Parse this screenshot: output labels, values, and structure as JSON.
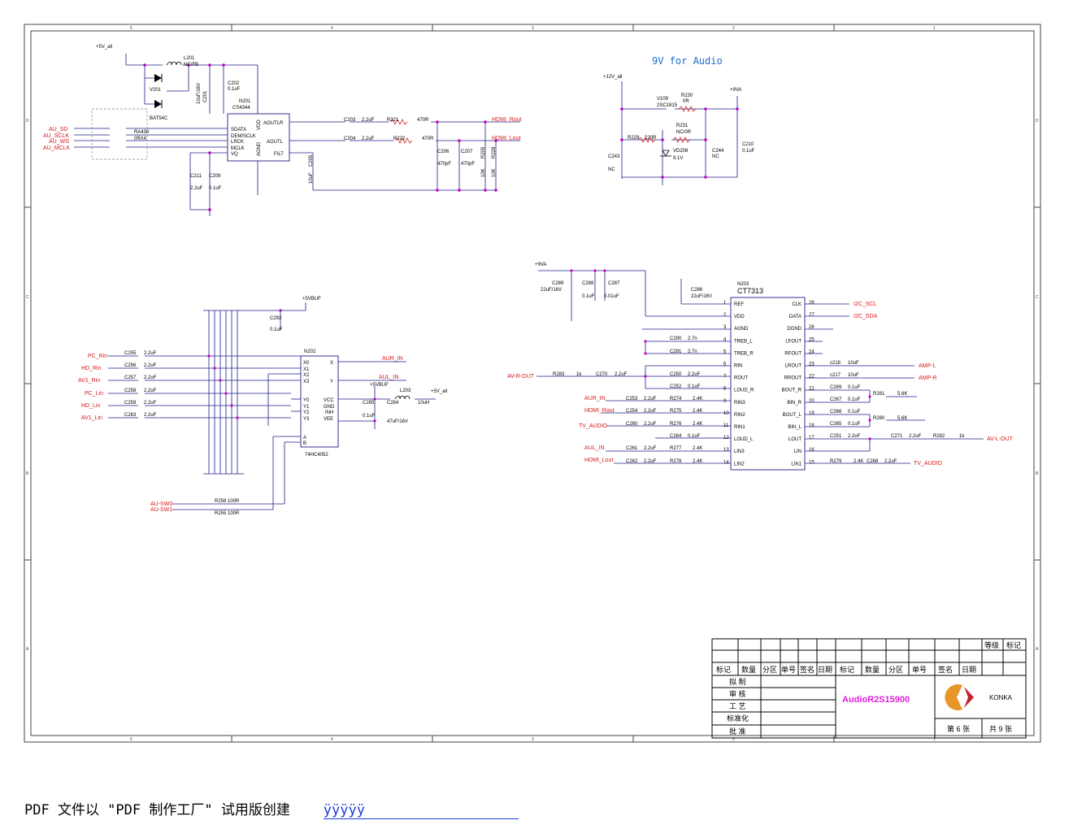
{
  "sheet": {
    "grid_cols": [
      "5",
      "4",
      "3",
      "2",
      "1"
    ],
    "grid_rows": [
      "D",
      "C",
      "B",
      "A"
    ]
  },
  "block_9v": {
    "title": "9V for Audio",
    "rail_in": "+12V_all",
    "rail_out": "+9VA",
    "parts": [
      "V109",
      "2SC1815",
      "R230",
      "0R",
      "R231",
      "NC/0R",
      "R229",
      "220R",
      "VD208",
      "9.1V",
      "C243",
      "NC",
      "C244",
      "NC",
      "C210",
      "0.1uF"
    ]
  },
  "block_dac": {
    "rail": "+5V_all",
    "inductor": "L201",
    "inductor_val": "NC/FB",
    "diode": "V201",
    "diode_part": "BAT54C",
    "chip": "N201",
    "chip_part": "CS4344",
    "chip_pins_left": [
      "SDATA",
      "DEM/SCLK",
      "LRCK",
      "MCLK",
      "VQ"
    ],
    "chip_pins_right": [
      "AOUTLR",
      "AOUTL",
      "FILT"
    ],
    "chip_pins_vert": [
      "VDD",
      "AGND"
    ],
    "inputs": [
      "AU_SD",
      "AU_SCLK",
      "AU_WS",
      "AU_MCLK"
    ],
    "rarray": "RA430",
    "rarray_val": "0RX4",
    "outputs": [
      "HDMI_Rout",
      "HDMI_Lout"
    ],
    "parts": [
      "C201",
      "10uF/16V",
      "C202",
      "0.1uF",
      "C203",
      "2.2uF",
      "C204",
      "2.2uF",
      "R221",
      "470R",
      "R222",
      "470R",
      "C205",
      "10uF",
      "C206",
      "470pF",
      "C207",
      "470pF",
      "R205",
      "10K",
      "R228",
      "10K",
      "C211",
      "2.2uF",
      "C209",
      "0.1uF"
    ]
  },
  "block_mux": {
    "rail": "+5VBUF",
    "chip": "N202",
    "chip_part": "74HC4052",
    "chip_pins_left": [
      "X0",
      "X1",
      "X2",
      "X3",
      "Y0",
      "Y1",
      "Y2",
      "Y3",
      "A",
      "B"
    ],
    "chip_pins_right": [
      "X",
      "Y",
      "VCC",
      "GND",
      "INH",
      "VEE"
    ],
    "inputs": [
      "PC_Rin",
      "HD_Rin",
      "AV1_Rin",
      "PC_Lin",
      "HD_Lin",
      "AV1_Lin"
    ],
    "caps": [
      "C255",
      "C256",
      "C257",
      "C258",
      "C259",
      "C263"
    ],
    "cap_val": "2.2uF",
    "outputs": [
      "AUR_IN",
      "AUL_IN"
    ],
    "switches": [
      "AU-SW0",
      "AU-SW1"
    ],
    "resistors": [
      "R258  100R",
      "R255   100R"
    ],
    "parts": [
      "C292",
      "0.1uF",
      "L203",
      "10uH",
      "C285",
      "0.1uF",
      "C284",
      "47uF/16V",
      "+5VBUF",
      "+5V_all"
    ]
  },
  "block_proc": {
    "rail": "+9VA",
    "chip": "N203",
    "chip_part": "CT7313",
    "pins_left": [
      "REF",
      "VDD",
      "AGND",
      "TREB_L",
      "TREB_R",
      "RIN",
      "ROUT",
      "LOUD_R",
      "RIN3",
      "RIN2",
      "RIN1",
      "LOUD_L",
      "LIN3",
      "LIN2"
    ],
    "pins_left_num": [
      "1",
      "2",
      "3",
      "4",
      "5",
      "6",
      "7",
      "8",
      "9",
      "10",
      "11",
      "12",
      "13",
      "14"
    ],
    "pins_right": [
      "CLK",
      "DATA",
      "DGND",
      "LFOUT",
      "RFOUT",
      "LROUT",
      "RROUT",
      "BOUT_R",
      "BIN_R",
      "BOUT_L",
      "BIN_L",
      "LOUT",
      "LIN",
      "LIN1"
    ],
    "pins_right_num": [
      "28",
      "27",
      "26",
      "25",
      "24",
      "23",
      "22",
      "21",
      "20",
      "19",
      "18",
      "17",
      "16",
      "15"
    ],
    "nets_right": [
      "I2C_SCL",
      "I2C_SDA",
      "AMP-L",
      "AMP-R",
      "AV-L-OUT",
      "TV_AUDIO"
    ],
    "nets_left": [
      "AV-R-OUT",
      "AUR_IN",
      "HDMI_Rout",
      "TV_AUDIO",
      "AUL_IN",
      "HDMI_Lout"
    ],
    "parts": [
      "C289",
      "22uF/16V",
      "C288",
      "0.1uF",
      "C287",
      "0.01uF",
      "C286",
      "22uF/16V",
      "C290",
      "2.7n",
      "C291",
      "2.7n",
      "R283",
      "1k",
      "C270",
      "2.2uF",
      "C250",
      "2.2uF",
      "C252",
      "0.1uF",
      "C253",
      "2.2uF",
      "C254",
      "2.2uF",
      "C260",
      "2.2uF",
      "C264",
      "0.1uF",
      "C261",
      "2.2uF",
      "C262",
      "2.2uF",
      "R274",
      "2.4K",
      "R275",
      "2.4K",
      "R276",
      "2.4K",
      "R277",
      "2.4K",
      "R278",
      "2.4K",
      "c218",
      "10uF",
      "c217",
      "10uF",
      "C269",
      "0.1uF",
      "C267",
      "0.1uF",
      "C266",
      "0.1uF",
      "C265",
      "0.1uF",
      "R281",
      "5.6K",
      "R280",
      "5.6K",
      "C251",
      "2.2uF",
      "C271",
      "2.2uF",
      "R282",
      "1k",
      "R279",
      "2.4K",
      "C268",
      "2.2uF"
    ]
  },
  "titleblock": {
    "hdr_grade": "等级",
    "hdr_mark": "标记",
    "row_labels": [
      "标记",
      "数量",
      "分区",
      "单号",
      "签名",
      "日期",
      "标记",
      "数量",
      "分区",
      "单号",
      "签名",
      "日期"
    ],
    "roles": [
      "拟  制",
      "审  核",
      "工  艺",
      "标准化",
      "批  准"
    ],
    "doc_name": "AudioR2S15900",
    "brand": "KONKA",
    "sheet_no": "第 6 张",
    "sheet_total": "共 9 张"
  },
  "footer": {
    "text": "PDF 文件以 \"PDF 制作工厂\" 试用版创建",
    "link": "ÿÿÿÿÿ"
  },
  "colors": {
    "wire": "#1c1c8c",
    "net_label": "#d81818",
    "junction": "#d000d0",
    "title_text": "#1c6bd0",
    "docname": "#e020e0",
    "logo_orange": "#e8962a",
    "logo_red": "#c8202c"
  }
}
